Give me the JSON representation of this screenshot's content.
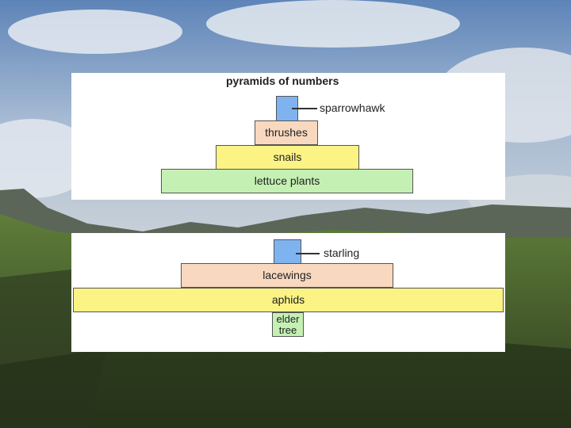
{
  "diagram": {
    "title": "pyramids of numbers",
    "pyramid_1": {
      "levels": [
        {
          "label": "lettuce plants",
          "color": "#c5f0b4"
        },
        {
          "label": "snails",
          "color": "#fbf384"
        },
        {
          "label": "thrushes",
          "color": "#f8d8bf"
        },
        {
          "label": "",
          "color": "#7fb3f0"
        }
      ],
      "top_label": "sparrowhawk"
    },
    "pyramid_2": {
      "levels": [
        {
          "label": "elder tree",
          "color": "#c5f0b4"
        },
        {
          "label": "aphids",
          "color": "#fbf384"
        },
        {
          "label": "lacewings",
          "color": "#f8d8bf"
        },
        {
          "label": "",
          "color": "#7fb3f0"
        }
      ],
      "top_label": "starling"
    }
  },
  "background": {
    "scene": "mountain-landscape",
    "sky_color": "#7a98c4",
    "grass_color": "#3e5e2a"
  }
}
